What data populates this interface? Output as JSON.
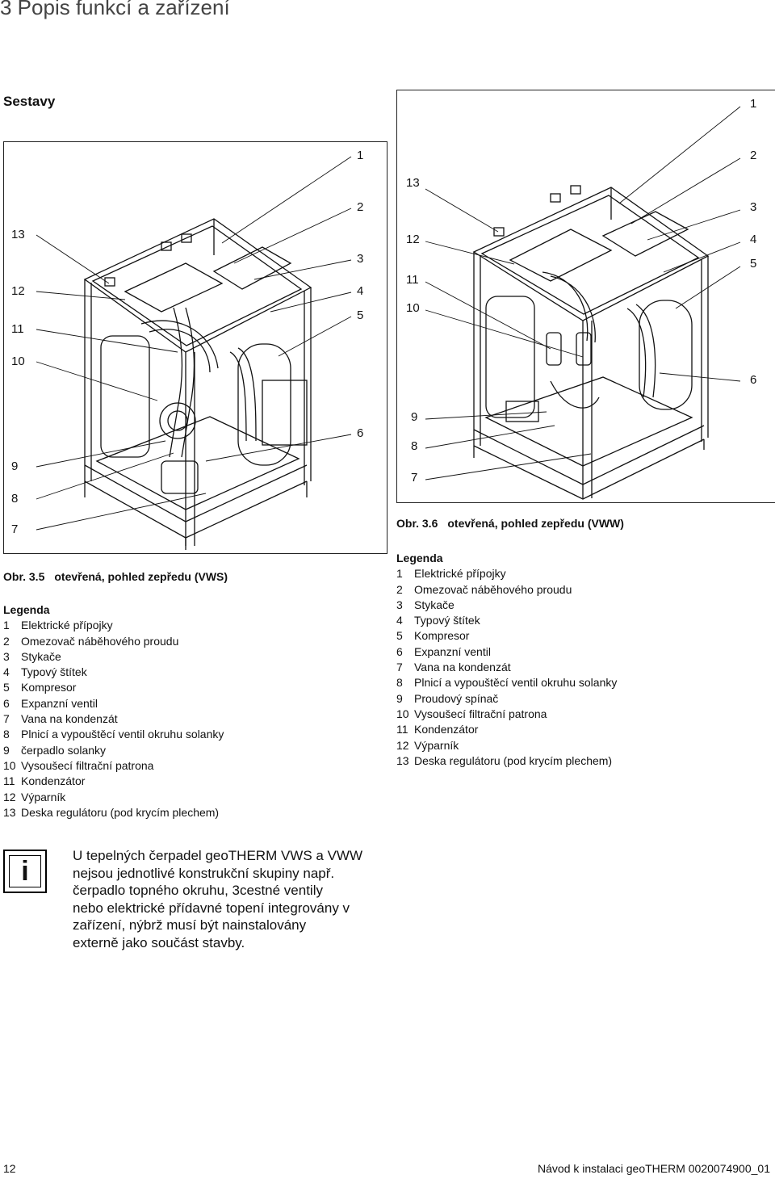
{
  "header": {
    "chapter": "3 Popis funkcí a zařízení",
    "section": "Sestavy"
  },
  "figure1": {
    "callouts_left": [
      "13",
      "12",
      "11",
      "10",
      "9",
      "8",
      "7"
    ],
    "callouts_right": [
      "1",
      "2",
      "3",
      "4",
      "5",
      "6"
    ],
    "caption_number": "Obr. 3.5",
    "caption_text": "otevřená, pohled zepředu (VWS)"
  },
  "legend1": {
    "title": "Legenda",
    "items": [
      {
        "n": "1",
        "t": "Elektrické přípojky"
      },
      {
        "n": "2",
        "t": "Omezovač náběhového proudu"
      },
      {
        "n": "3",
        "t": "Stykače"
      },
      {
        "n": "4",
        "t": "Typový štítek"
      },
      {
        "n": "5",
        "t": "Kompresor"
      },
      {
        "n": "6",
        "t": "Expanzní ventil"
      },
      {
        "n": "7",
        "t": "Vana na kondenzát"
      },
      {
        "n": "8",
        "t": "Plnicí a vypouštěcí ventil okruhu solanky"
      },
      {
        "n": "9",
        "t": "čerpadlo solanky"
      },
      {
        "n": "10",
        "t": "Vysoušecí filtrační patrona"
      },
      {
        "n": "11",
        "t": "Kondenzátor"
      },
      {
        "n": "12",
        "t": "Výparník"
      },
      {
        "n": "13",
        "t": "Deska regulátoru (pod krycím plechem)"
      }
    ]
  },
  "figure2": {
    "callouts_left": [
      "13",
      "12",
      "11",
      "10",
      "9",
      "8",
      "7"
    ],
    "callouts_right": [
      "1",
      "2",
      "3",
      "4",
      "5",
      "6"
    ],
    "caption_number": "Obr. 3.6",
    "caption_text": "otevřená, pohled zepředu (VWW)"
  },
  "legend2": {
    "title": "Legenda",
    "items": [
      {
        "n": "1",
        "t": "Elektrické přípojky"
      },
      {
        "n": "2",
        "t": "Omezovač náběhového proudu"
      },
      {
        "n": "3",
        "t": "Stykače"
      },
      {
        "n": "4",
        "t": "Typový štítek"
      },
      {
        "n": "5",
        "t": "Kompresor"
      },
      {
        "n": "6",
        "t": "Expanzní ventil"
      },
      {
        "n": "7",
        "t": "Vana na kondenzát"
      },
      {
        "n": "8",
        "t": "Plnicí a vypouštěcí ventil okruhu solanky"
      },
      {
        "n": "9",
        "t": "Proudový spínač"
      },
      {
        "n": "10",
        "t": "Vysoušecí filtrační patrona"
      },
      {
        "n": "11",
        "t": "Kondenzátor"
      },
      {
        "n": "12",
        "t": "Výparník"
      },
      {
        "n": "13",
        "t": "Deska regulátoru (pod krycím plechem)"
      }
    ]
  },
  "note": {
    "icon": "info-icon",
    "icon_glyph": "i",
    "lines": [
      "U tepelných čerpadel geoTHERM VWS a VWW",
      "nejsou jednotlivé konstrukční skupiny např.",
      "čerpadlo topného okruhu, 3cestné ventily",
      "nebo elektrické přídavné topení integrovány v",
      "zařízení, nýbrž musí být nainstalovány",
      "externě jako součást stavby."
    ]
  },
  "footer": {
    "page": "12",
    "doc": "Návod k instalaci geoTHERM 0020074900_01"
  }
}
